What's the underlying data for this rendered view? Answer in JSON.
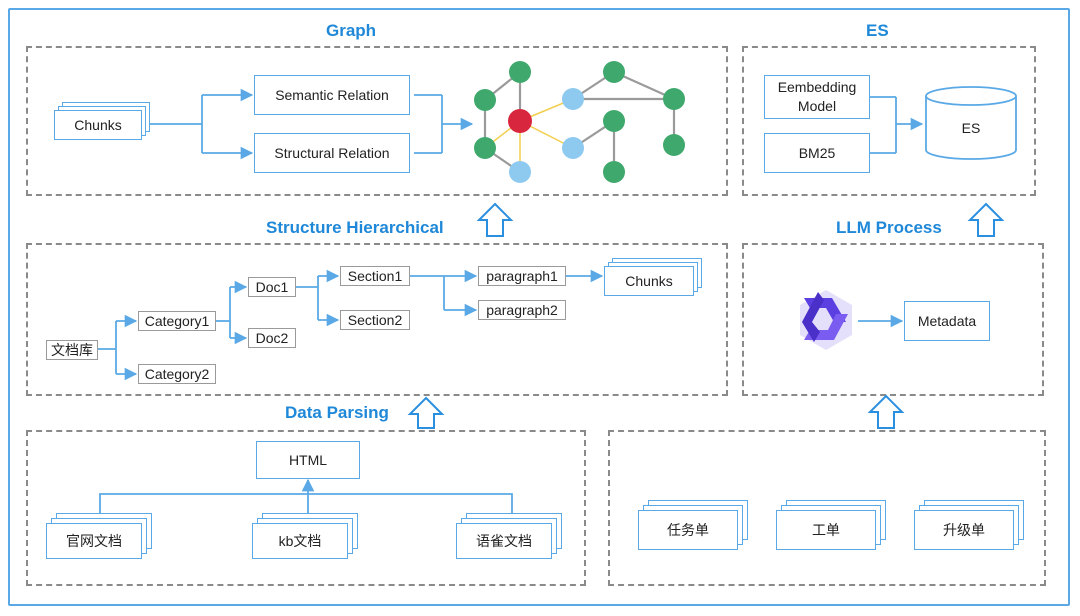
{
  "titles": {
    "graph": "Graph",
    "es": "ES",
    "structure": "Structure Hierarchical",
    "llm": "LLM Process",
    "parsing": "Data Parsing"
  },
  "graph_section": {
    "chunks": "Chunks",
    "semantic": "Semantic Relation",
    "structural": "Structural Relation"
  },
  "es_section": {
    "embedding": "Eembedding Model",
    "bm25": "BM25",
    "es": "ES"
  },
  "structure_section": {
    "root": "文档库",
    "category1": "Category1",
    "category2": "Category2",
    "doc1": "Doc1",
    "doc2": "Doc2",
    "section1": "Section1",
    "section2": "Section2",
    "paragraph1": "paragraph1",
    "paragraph2": "paragraph2",
    "chunks": "Chunks"
  },
  "llm_section": {
    "metadata": "Metadata"
  },
  "parsing_section": {
    "html": "HTML",
    "doc_official": "官网文档",
    "doc_kb": "kb文档",
    "doc_yuque": "语雀文档"
  },
  "tickets_section": {
    "task": "任务单",
    "work": "工单",
    "upgrade": "升级单"
  },
  "colors": {
    "accent": "#1f88d8",
    "line": "#5aa9e6",
    "node_green": "#3fa86c",
    "node_blue": "#8ec9f0",
    "node_red": "#d7263d"
  }
}
